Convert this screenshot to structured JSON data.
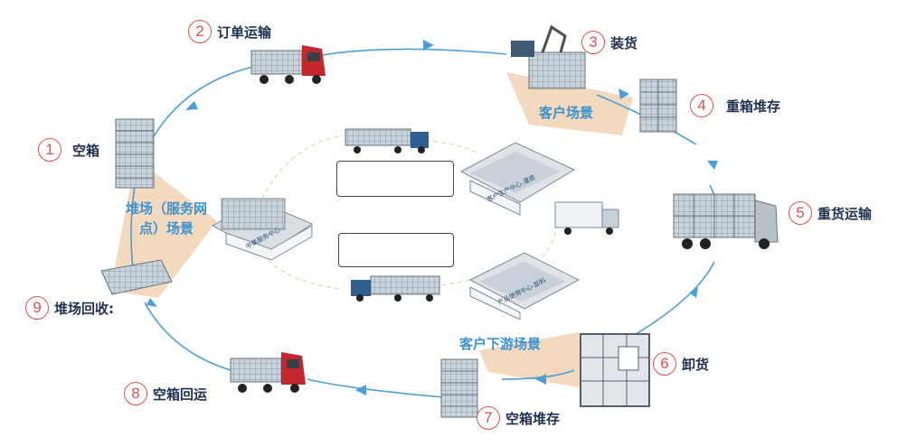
{
  "steps": [
    {
      "num": "1",
      "label": "空箱"
    },
    {
      "num": "2",
      "label": "订单运输"
    },
    {
      "num": "3",
      "label": "装货"
    },
    {
      "num": "4",
      "label": "重箱堆存"
    },
    {
      "num": "5",
      "label": "重货运输"
    },
    {
      "num": "6",
      "label": "卸货"
    },
    {
      "num": "7",
      "label": "空箱堆存"
    },
    {
      "num": "8",
      "label": "空箱回运"
    },
    {
      "num": "9",
      "label": "堆场回收:"
    }
  ],
  "zones": {
    "customer": "客户场景",
    "yard_line1": "堆场（服务网",
    "yard_line2": "点）场景",
    "downstream": "客户下游场景"
  },
  "center": {
    "hub_label": "中集服务中心",
    "factory_top_label": "客户生产中心-灌装",
    "factory_bottom_label": "产品使用中心-卸料"
  },
  "colors": {
    "arrow": "#4a9fd4",
    "zone_fill": "#f3d9bd",
    "step_circle": "#d9534f",
    "step_text": "#1f3050",
    "zone_text": "#3b93cf"
  }
}
